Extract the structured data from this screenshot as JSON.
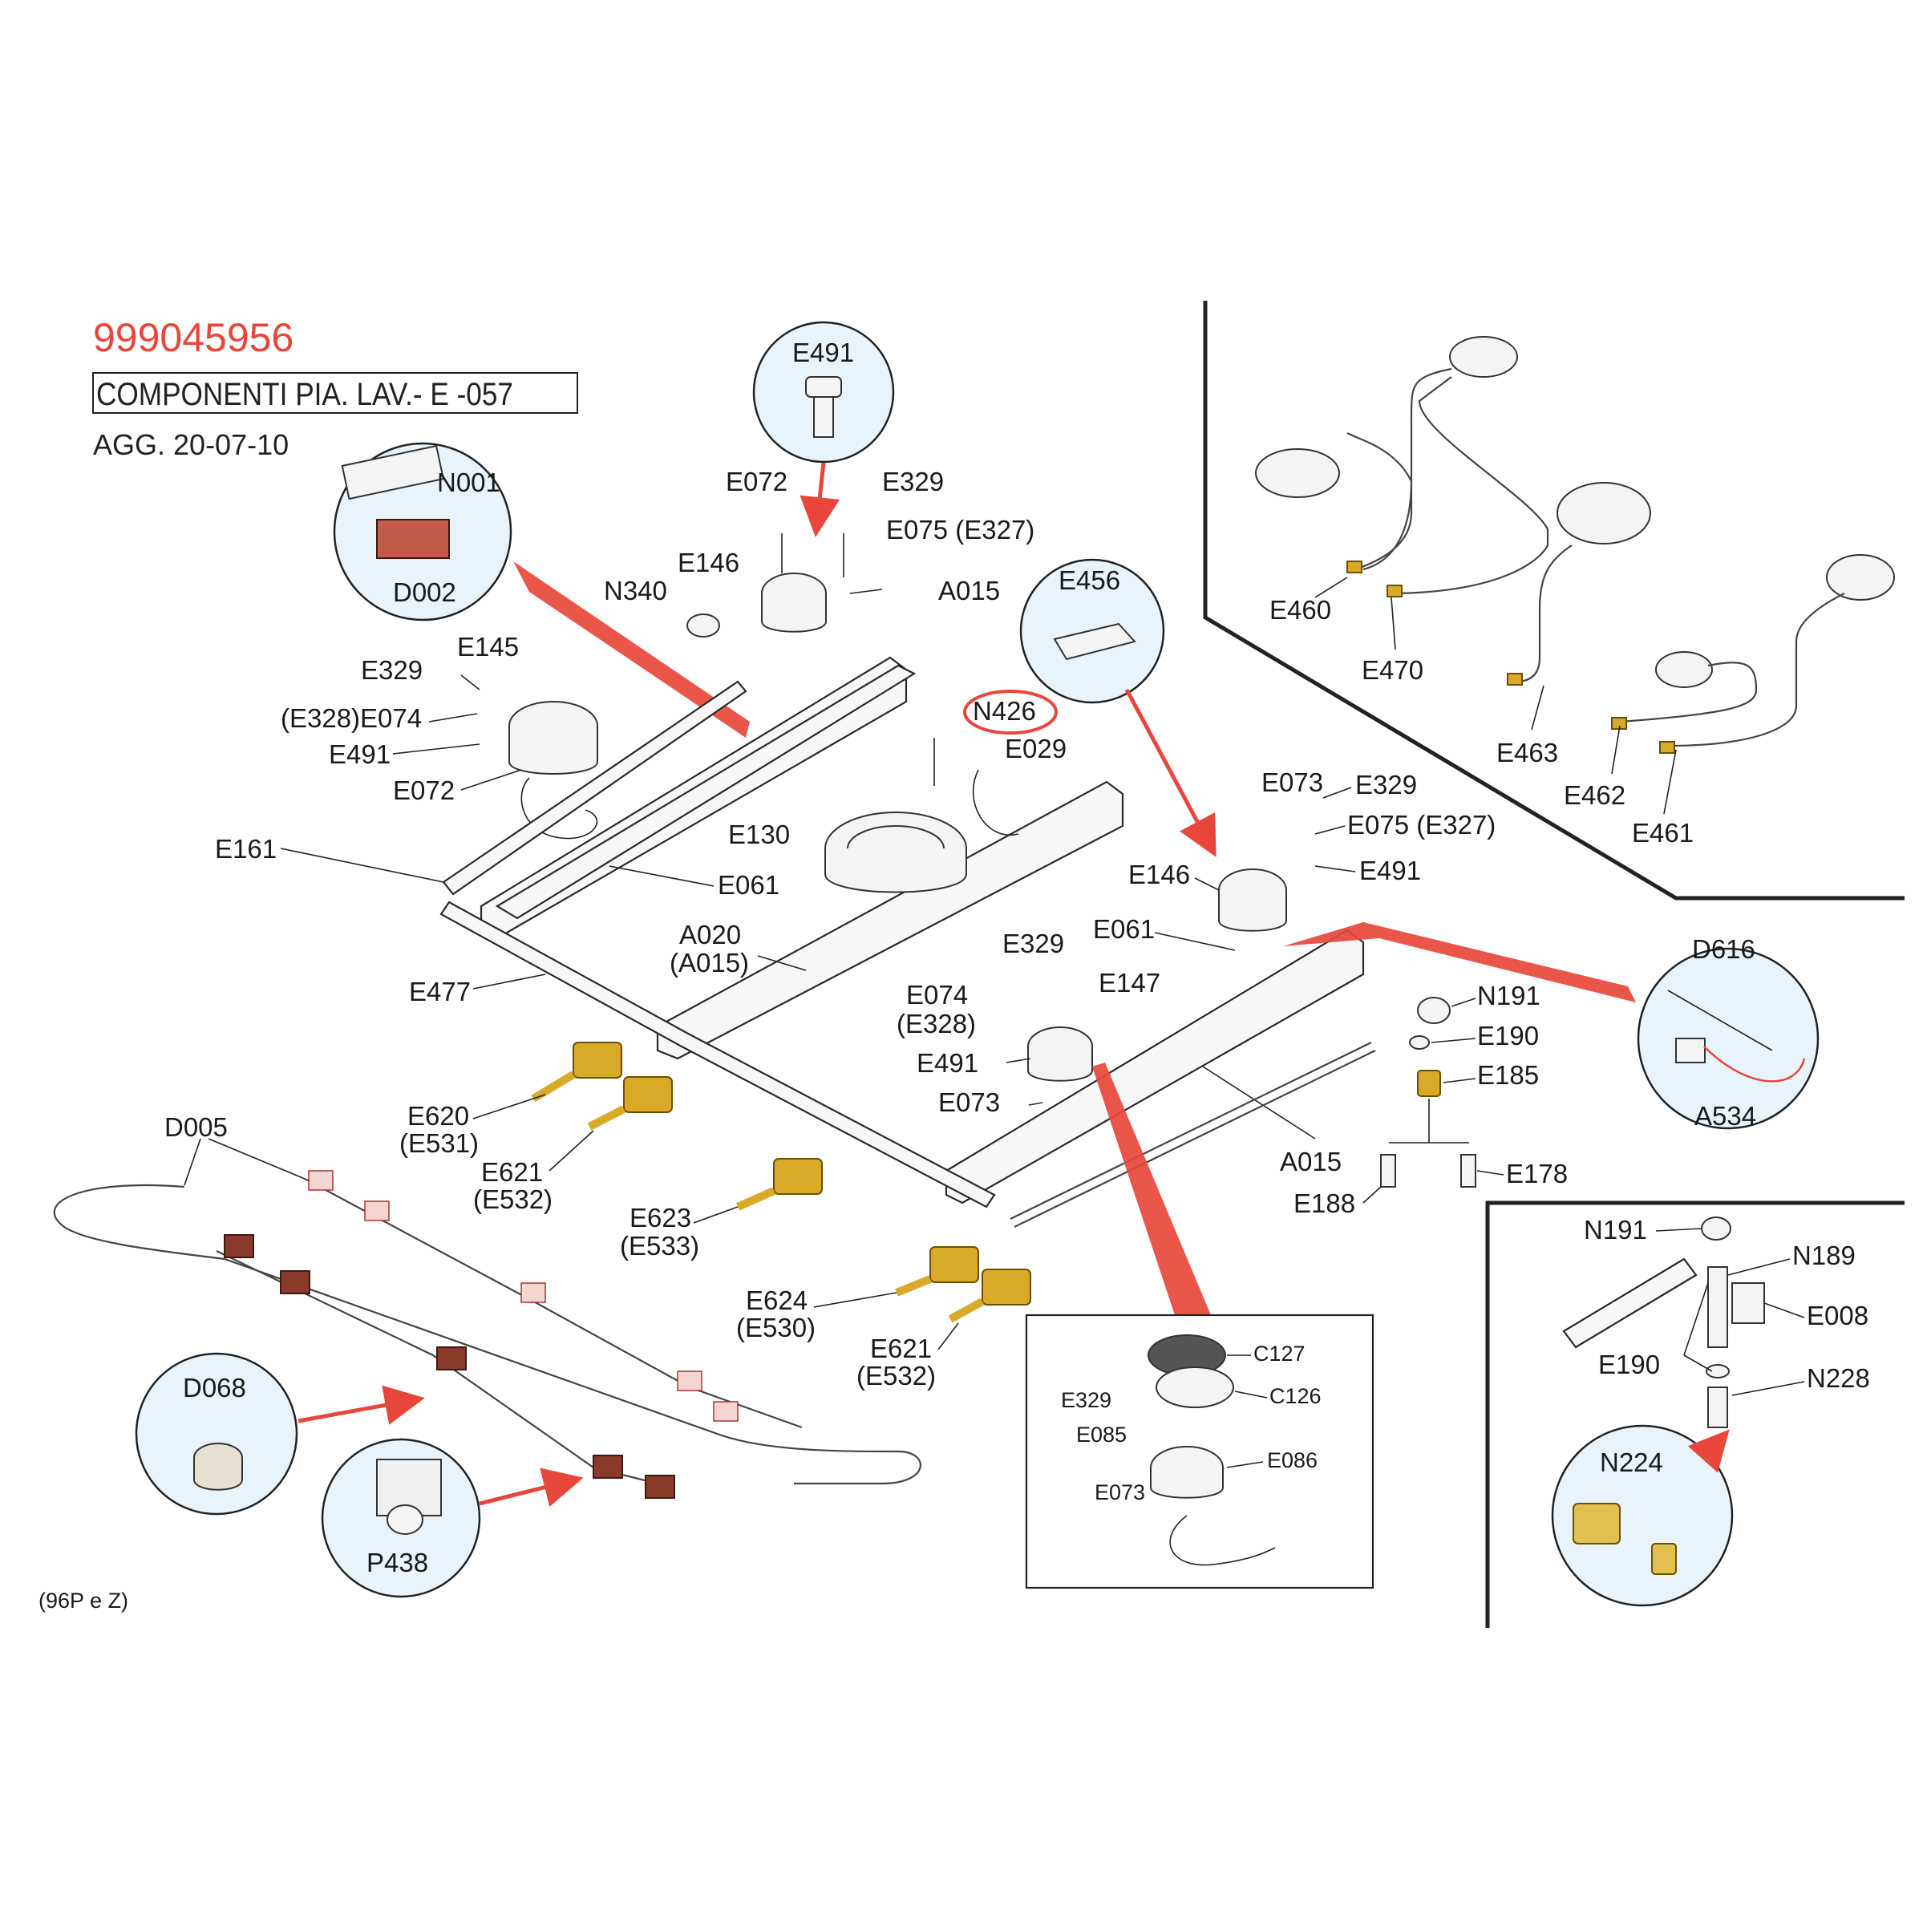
{
  "header": {
    "code": "999045956",
    "title": "COMPONENTI PIA. LAV.- E -057",
    "update": "AGG. 20-07-10",
    "footnote": "(96P e  Z)"
  },
  "colors": {
    "accent_red": "#e8463a",
    "bubble_fill": "#e9f3fb",
    "valve_gold": "#d9a928",
    "connector_brown": "#8a3a2a"
  },
  "labels": {
    "N001": "N001",
    "D002": "D002",
    "E491": "E491",
    "E072": "E072",
    "E329": "E329",
    "E075_E327": "E075  (E327)",
    "E146": "E146",
    "N340": "N340",
    "A015": "A015",
    "E145": "E145",
    "E328_E074": "(E328)E074",
    "E161": "E161",
    "E061": "E061",
    "N426": "N426",
    "E029": "E029",
    "E130": "E130",
    "E456": "E456",
    "E073": "E073",
    "E075b_E327": "E075 (E327)",
    "A020": "A020",
    "A015p": "(A015)",
    "E477": "E477",
    "E074": "E074",
    "E328p": "(E328)",
    "E147": "E147",
    "D616": "D616",
    "A534": "A534",
    "N191": "N191",
    "E190": "E190",
    "E185": "E185",
    "E178": "E178",
    "E188": "E188",
    "E620": "E620",
    "E531p": "(E531)",
    "E621": "E621",
    "E532p": "(E532)",
    "E623": "E623",
    "E533p": "(E533)",
    "E624": "E624",
    "E530p": "(E530)",
    "D005": "D005",
    "D068": "D068",
    "P438": "P438",
    "C127": "C127",
    "C126": "C126",
    "E085": "E085",
    "E086": "E086",
    "E460": "E460",
    "E470": "E470",
    "E463": "E463",
    "E462": "E462",
    "E461": "E461",
    "N189": "N189",
    "E008": "E008",
    "N228": "N228",
    "N224": "N224"
  }
}
